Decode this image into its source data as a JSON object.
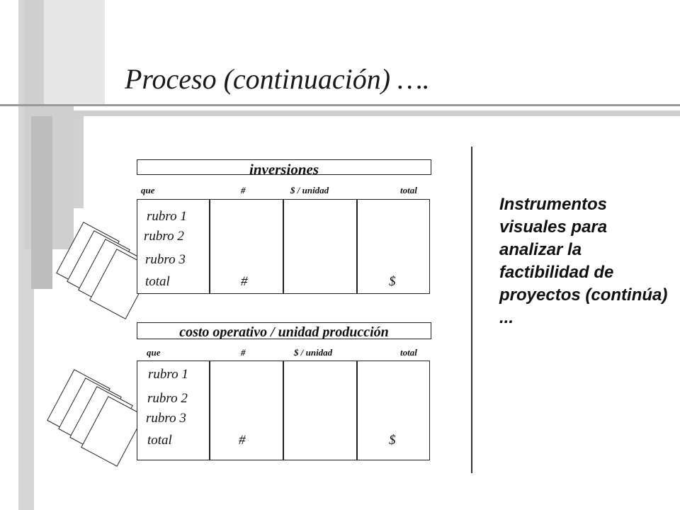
{
  "title": "Proceso (continuación) ….",
  "side_text": "Instrumentos visuales para analizar la factibilidad de proyectos (continúa) ...",
  "tables": [
    {
      "header": "inversiones",
      "columns": [
        "que",
        "#",
        "$ / unidad",
        "total"
      ],
      "rows": [
        "rubro 1",
        "rubro 2",
        "rubro 3",
        "total"
      ],
      "total_count": "#",
      "total_amount": "$"
    },
    {
      "header": "costo operativo / unidad producción",
      "columns": [
        "que",
        "#",
        "$ / unidad",
        "total"
      ],
      "rows": [
        "rubro 1",
        "rubro 2",
        "rubro  3",
        "total"
      ],
      "total_count": "#",
      "total_amount": "$"
    }
  ]
}
